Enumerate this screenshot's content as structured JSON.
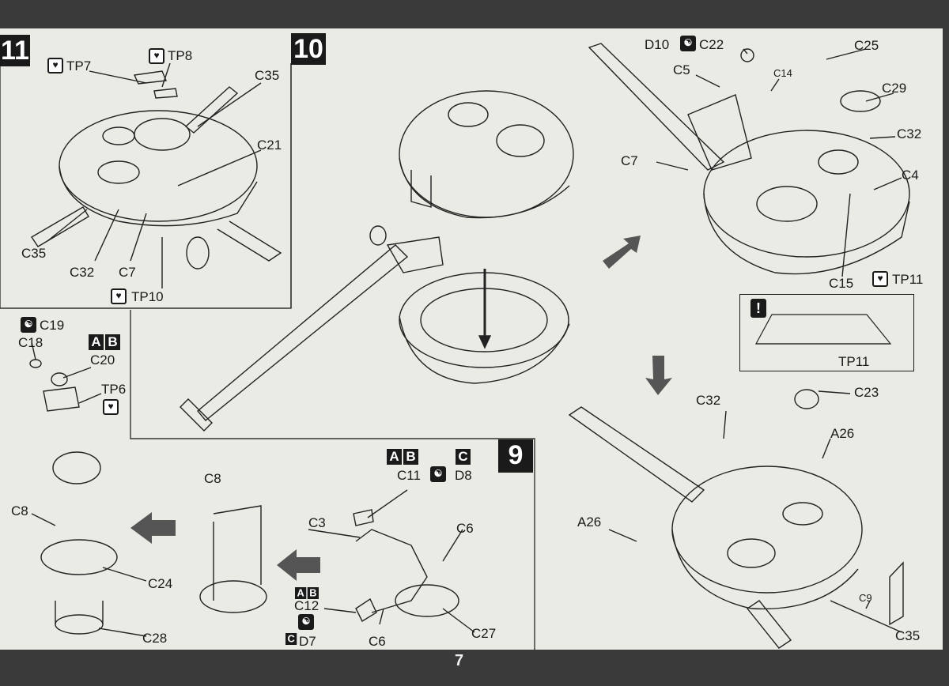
{
  "page_number": "7",
  "steps": {
    "s11": "11",
    "s10": "10",
    "s9": "9"
  },
  "codes": {
    "ab": [
      "A",
      "B"
    ],
    "c": "C"
  },
  "step11": {
    "labels": {
      "tp7": "TP7",
      "tp8": "TP8",
      "c35a": "C35",
      "c21": "C21",
      "c35b": "C35",
      "c32": "C32",
      "c7": "C7",
      "tp10": "TP10"
    }
  },
  "upper_right": {
    "labels": {
      "d10": "D10",
      "c22": "C22",
      "c25": "C25",
      "c5": "C5",
      "c14": "C14",
      "c29": "C29",
      "c32": "C32",
      "c7": "C7",
      "c4": "C4",
      "c15": "C15",
      "tp11": "TP11",
      "tp11_note": "TP11"
    }
  },
  "lower_right": {
    "labels": {
      "c32": "C32",
      "c23": "C23",
      "a26a": "A26",
      "a26b": "A26",
      "c9": "C9",
      "c35": "C35"
    }
  },
  "left_assembly": {
    "labels": {
      "c19": "C19",
      "c18": "C18",
      "c20": "C20",
      "tp6": "TP6",
      "c8a": "C8",
      "c8b": "C8",
      "c24": "C24",
      "c28": "C28"
    }
  },
  "step9": {
    "labels": {
      "c11": "C11",
      "d8": "D8",
      "c3": "C3",
      "c6a": "C6",
      "c12": "C12",
      "d7": "D7",
      "c6b": "C6",
      "c27": "C27"
    }
  },
  "icons": [
    "heart-broken-icon",
    "yin-yang-icon",
    "arrow-icon",
    "exclamation-icon"
  ]
}
